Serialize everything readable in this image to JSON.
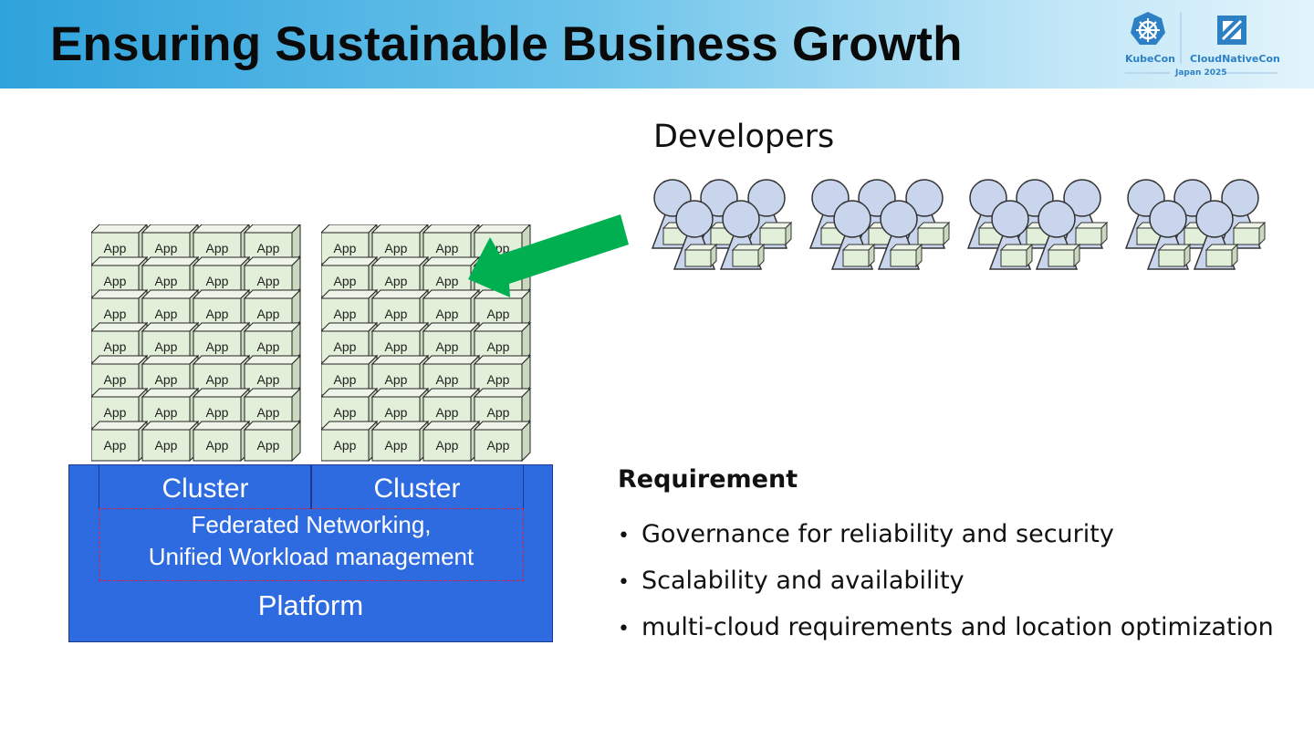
{
  "header": {
    "title": "Ensuring Sustainable Business Growth",
    "gradient_start": "#2fa3dc",
    "gradient_end": "#e3f4fb"
  },
  "logo": {
    "left_brand": "KubeCon",
    "right_brand": "CloudNativeCon",
    "event": "Japan 2025",
    "color": "#2e80c4"
  },
  "diagram": {
    "app_label": "App",
    "app_rows": 7,
    "app_cols_per_cluster": 4,
    "clusters": [
      "Cluster",
      "Cluster"
    ],
    "federation_line1": "Federated Networking,",
    "federation_line2": "Unified Workload management",
    "platform": "Platform",
    "platform_color": "#2e6be1",
    "app_fill": "#e2efd9",
    "arrow_color": "#00b050"
  },
  "developers": {
    "label": "Developers",
    "groups": 4,
    "person_color": "#c9d5ec"
  },
  "requirements": {
    "heading": "Requirement",
    "items": [
      "Governance for reliability and security",
      "Scalability and availability",
      "multi-cloud requirements and location optimization"
    ]
  }
}
